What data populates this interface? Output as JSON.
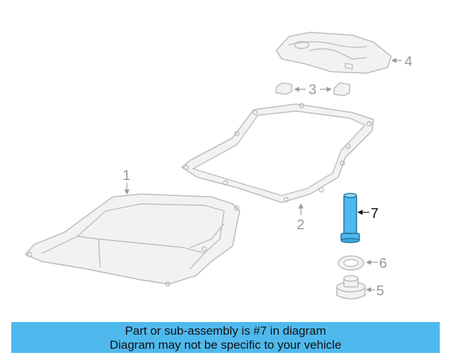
{
  "callouts": {
    "c1": "1",
    "c2": "2",
    "c3": "3",
    "c4": "4",
    "c5": "5",
    "c6": "6",
    "c7": "7"
  },
  "highlighted_part": "7",
  "colors": {
    "highlight": "#4fb9ee",
    "banner_bg": "#4fb9ee",
    "line_gray": "#bdbdbd"
  },
  "banner": {
    "line1": "Part or sub-assembly is #7 in diagram",
    "line2": "Diagram may not be specific to your vehicle"
  }
}
